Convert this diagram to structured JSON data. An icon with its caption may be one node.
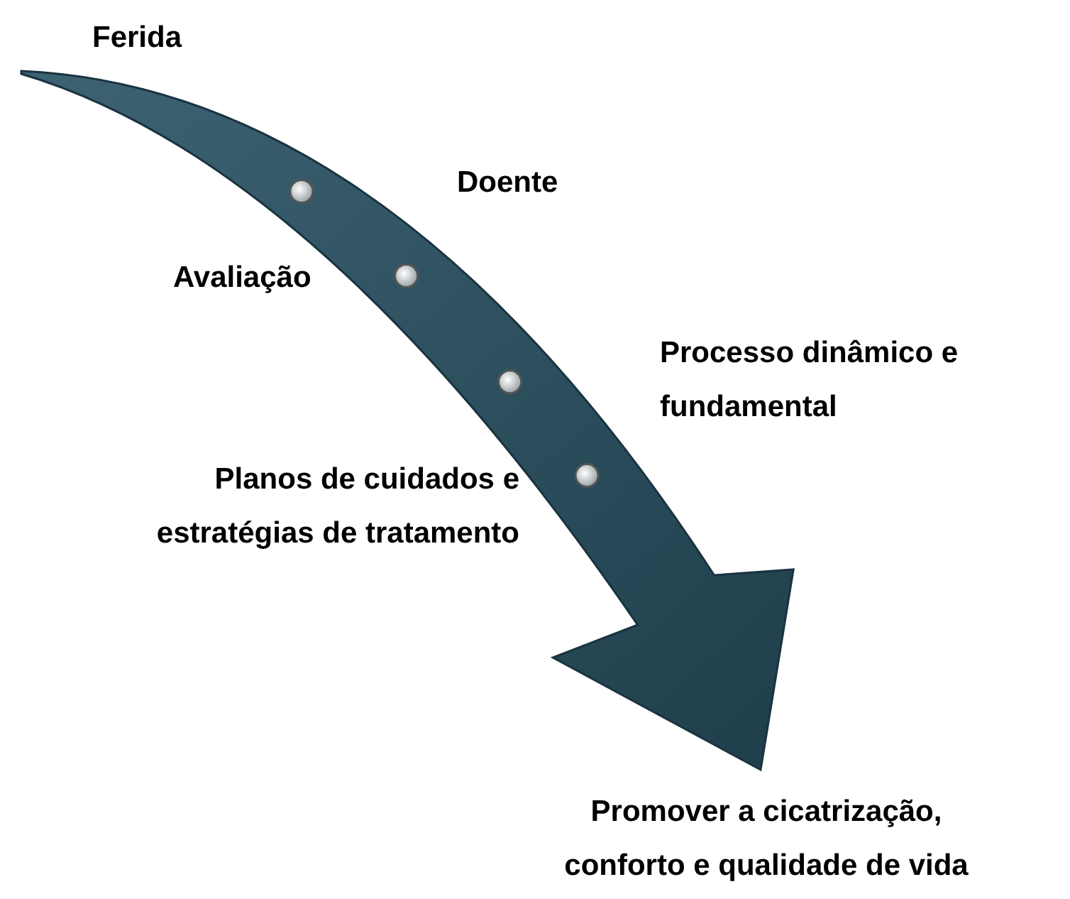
{
  "diagram": {
    "nodes": [
      {
        "text": [
          "Ferida"
        ]
      },
      {
        "text": [],
        "shape": "circle"
      },
      {
        "text": [],
        "shape": "circle"
      },
      {
        "text": [],
        "shape": "circle"
      },
      {
        "text": [],
        "shape": "circle"
      },
      {
        "text": [
          "Promover a cicatrização, conforto e qualidade de vida"
        ]
      }
    ],
    "edges": [
      {
        "from": 0,
        "to": 5,
        "arrow": "to"
      }
    ],
    "labels": [
      "Doente",
      "Avaliação",
      "Processo dinâmico e fundamental",
      "Planos de cuidados e estratégias de tratamento"
    ]
  }
}
